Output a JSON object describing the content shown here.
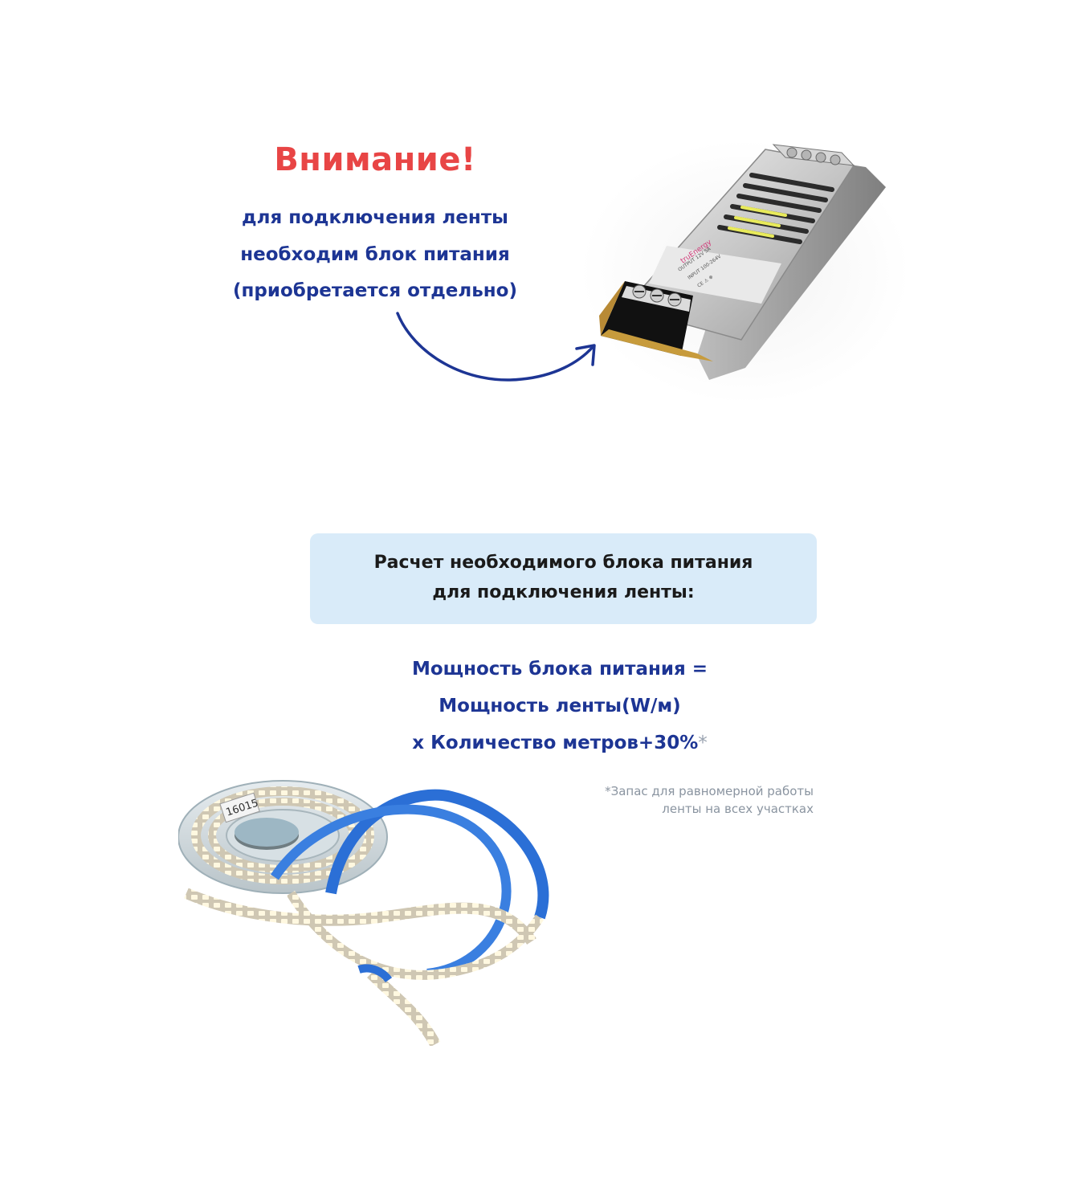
{
  "attention": {
    "title": "Внимание!",
    "lines": [
      "для подключения ленты",
      "необходим блок питания",
      "(приобретается отдельно)"
    ]
  },
  "calculation": {
    "heading_lines": [
      "Расчет необходимого блока питания",
      "для подключения ленты:"
    ]
  },
  "formula": {
    "lines": [
      "Мощность блока питания =",
      "Мощность ленты(W/м)",
      "x Количество метров+30%"
    ],
    "footnote_mark": "*"
  },
  "note": {
    "lines": [
      "*Запас для равномерной работы",
      "ленты на всех участках"
    ]
  },
  "images": {
    "psu_label": "16015",
    "psu_brand": "truEnergy"
  },
  "colors": {
    "attention_red": "#e84545",
    "brand_blue": "#1d3594",
    "box_bg": "#d9ebf9",
    "note_gray": "#8a94a0"
  }
}
